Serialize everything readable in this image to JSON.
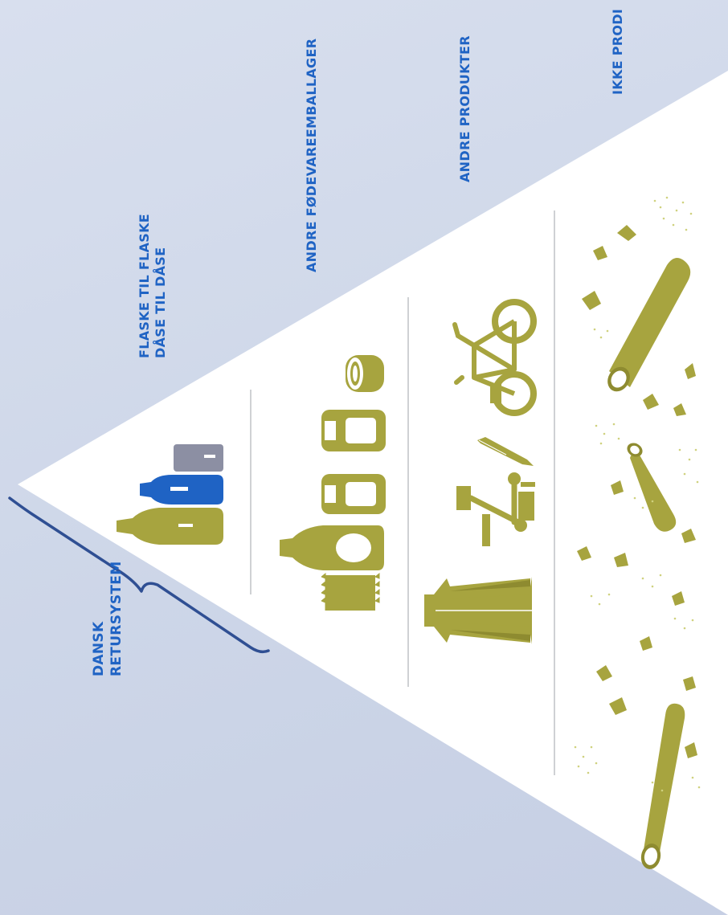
{
  "labels": {
    "returnsystem": [
      "DANSK",
      "RETURSYSTEM"
    ],
    "tier1": [
      "FLASKE TIL FLASKE",
      "DÅSE TIL DÅSE"
    ],
    "tier2": "ANDRE FØDEVAREEMBALLAGER",
    "tier3": "ANDRE PRODUKTER",
    "tier4": "IKKE PRODI"
  },
  "icons": {
    "tier1": [
      "bottle-icon",
      "water-bottle-icon",
      "can-icon"
    ],
    "tier2": [
      "snack-bag-icon",
      "sauce-bottle-icon",
      "food-tray-icon",
      "food-tray-icon",
      "tin-can-icon"
    ],
    "tier3": [
      "jacket-icon",
      "scooter-icon",
      "pen-icon",
      "bicycle-icon"
    ],
    "tier4": [
      "pipe-icon",
      "fragment-icon",
      "powder-icon"
    ]
  },
  "colors": {
    "background": "#cdd6e8",
    "triangle": "#ffffff",
    "olive": "#a7a43f",
    "blue": "#1f63c4",
    "grey": "#8c8fa3",
    "bracket": "#2f4f93"
  }
}
